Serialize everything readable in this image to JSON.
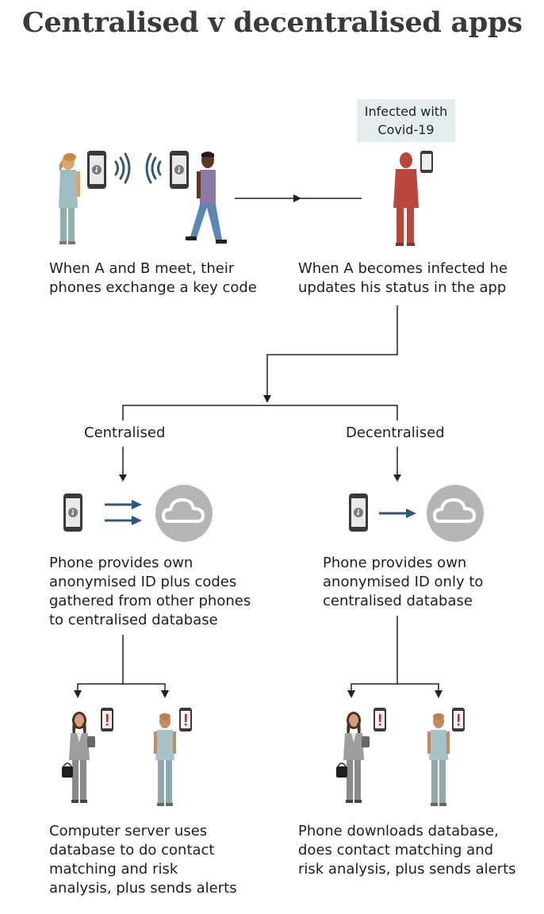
{
  "title": "Centralised v decentralised apps",
  "infected_label": {
    "line1": "Infected with",
    "line2": "Covid-19"
  },
  "step1": {
    "line1": "When A and B meet, their",
    "line2": "phones exchange a key code"
  },
  "step2": {
    "line1": "When A becomes infected he",
    "line2": "updates his status in the app"
  },
  "branches": {
    "centralised": {
      "label": "Centralised",
      "desc": [
        "Phone provides own",
        "anonymised ID plus codes",
        "gathered from other phones",
        "to centralised database"
      ],
      "result": [
        "Computer server uses",
        "database to do contact",
        "matching and risk",
        "analysis, plus sends alerts"
      ]
    },
    "decentralised": {
      "label": "Decentralised",
      "desc": [
        "Phone provides own",
        "anonymised ID only to",
        "centralised database"
      ],
      "result": [
        "Phone downloads database,",
        "does contact matching and",
        "risk analysis, plus sends alerts"
      ]
    }
  },
  "colors": {
    "line": "#222222",
    "arrow_blue": "#2f5878",
    "cloud_grey": "#b5b5b5",
    "infected_red": "#b9473c",
    "alert_red": "#cc2222",
    "box_bg": "#e3ecef"
  }
}
